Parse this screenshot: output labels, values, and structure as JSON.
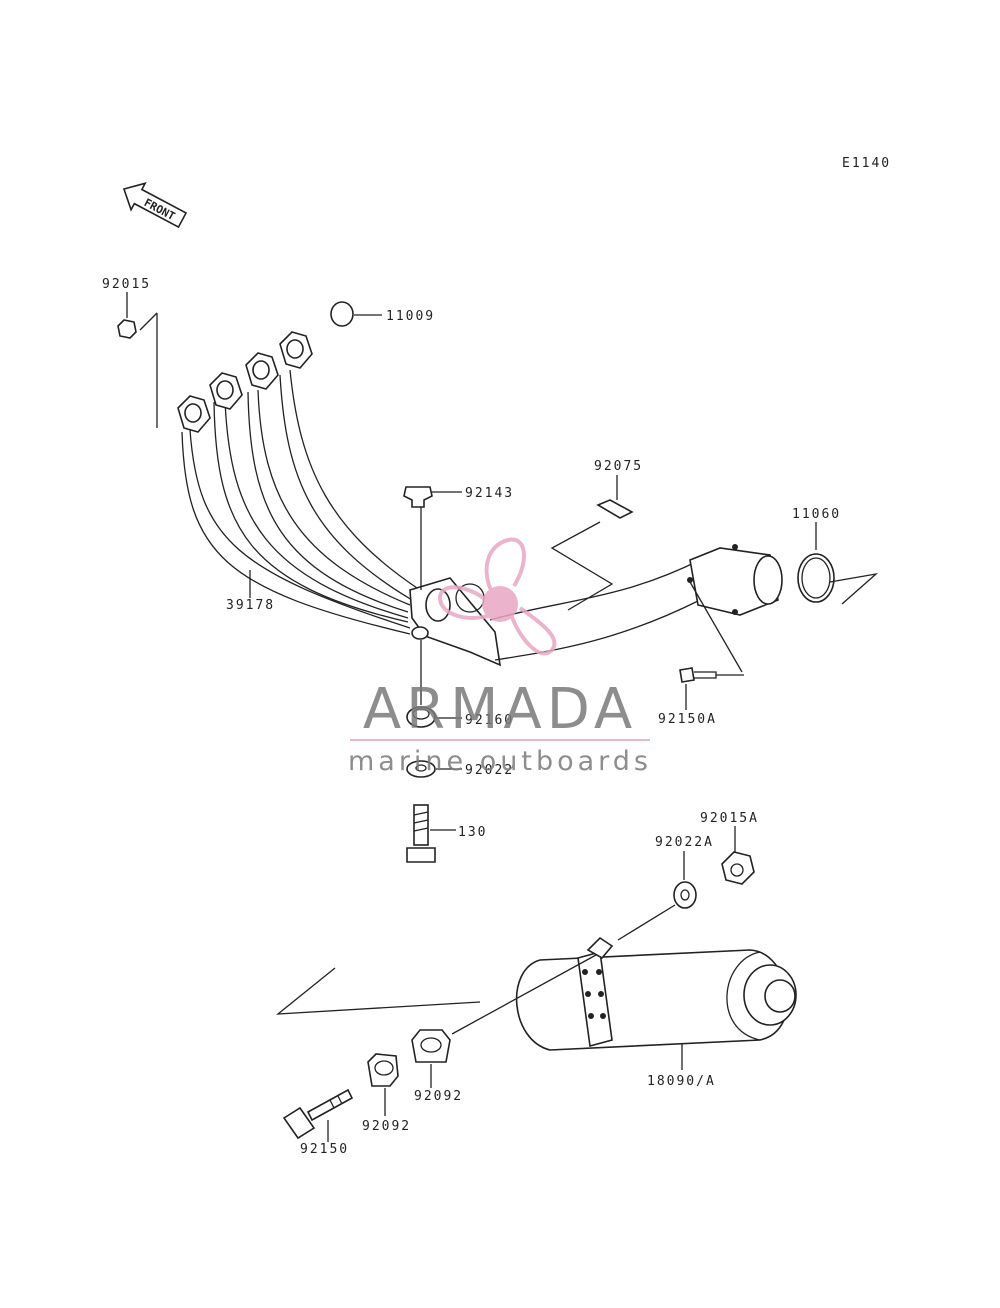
{
  "diagram": {
    "code": "E1140",
    "front_label": "FRONT",
    "labels": {
      "p92015": "92015",
      "p11009": "11009",
      "p92075": "92075",
      "p92143": "92143",
      "p11060": "11060",
      "p39178": "39178",
      "p92150A": "92150A",
      "p92160": "92160",
      "p92022": "92022",
      "p130": "130",
      "p92015A": "92015A",
      "p92022A": "92022A",
      "p18090A": "18090/A",
      "p92092a": "92092",
      "p92092b": "92092",
      "p92150": "92150"
    }
  },
  "watermark": {
    "brand": "ARMADA",
    "tagline": "marine outboards",
    "color_gray": "#7a7a7a",
    "color_pink": "#e8a7c4"
  }
}
